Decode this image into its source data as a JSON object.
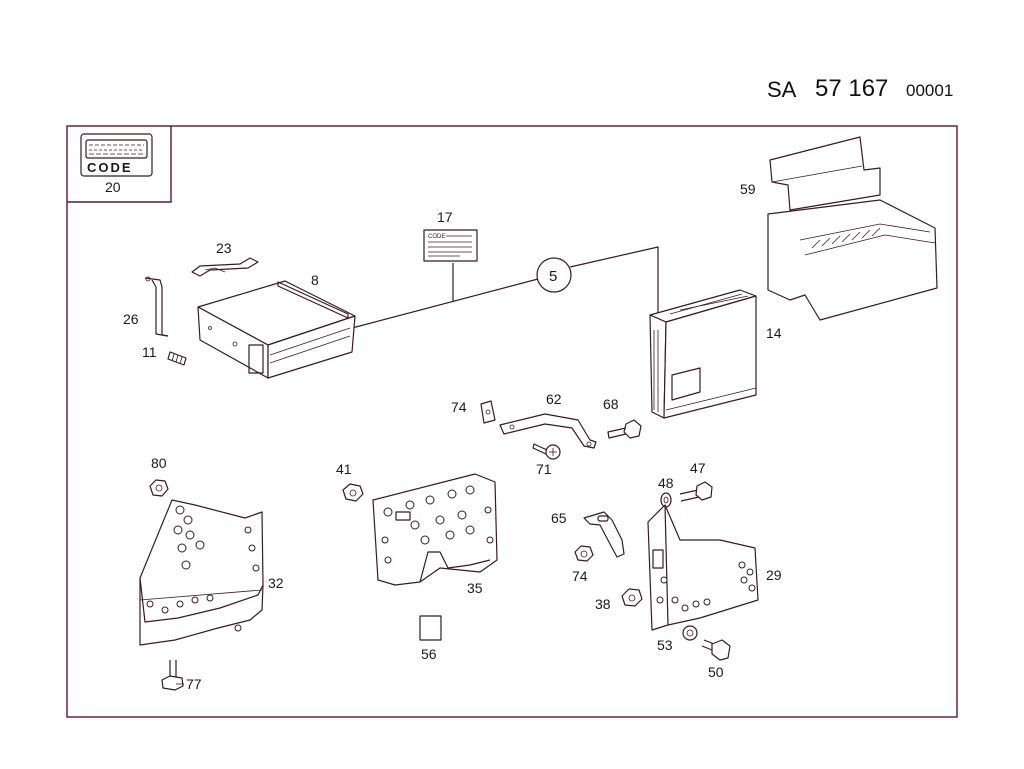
{
  "header": {
    "prefix": "SA",
    "number": "57 167",
    "suffix": "00001"
  },
  "inset": {
    "code_text": "CODE",
    "label": "20"
  },
  "callout": {
    "label": "5"
  },
  "part_labels": {
    "p8": "8",
    "p11": "11",
    "p14": "14",
    "p17": "17",
    "p23": "23",
    "p26": "26",
    "p29": "29",
    "p32": "32",
    "p35": "35",
    "p38": "38",
    "p41": "41",
    "p47": "47",
    "p48": "48",
    "p50": "50",
    "p53": "53",
    "p56": "56",
    "p59": "59",
    "p62": "62",
    "p65": "65",
    "p68": "68",
    "p71": "71",
    "p74a": "74",
    "p74b": "74",
    "p77": "77",
    "p80": "80"
  },
  "sticker_text": "CODE"
}
